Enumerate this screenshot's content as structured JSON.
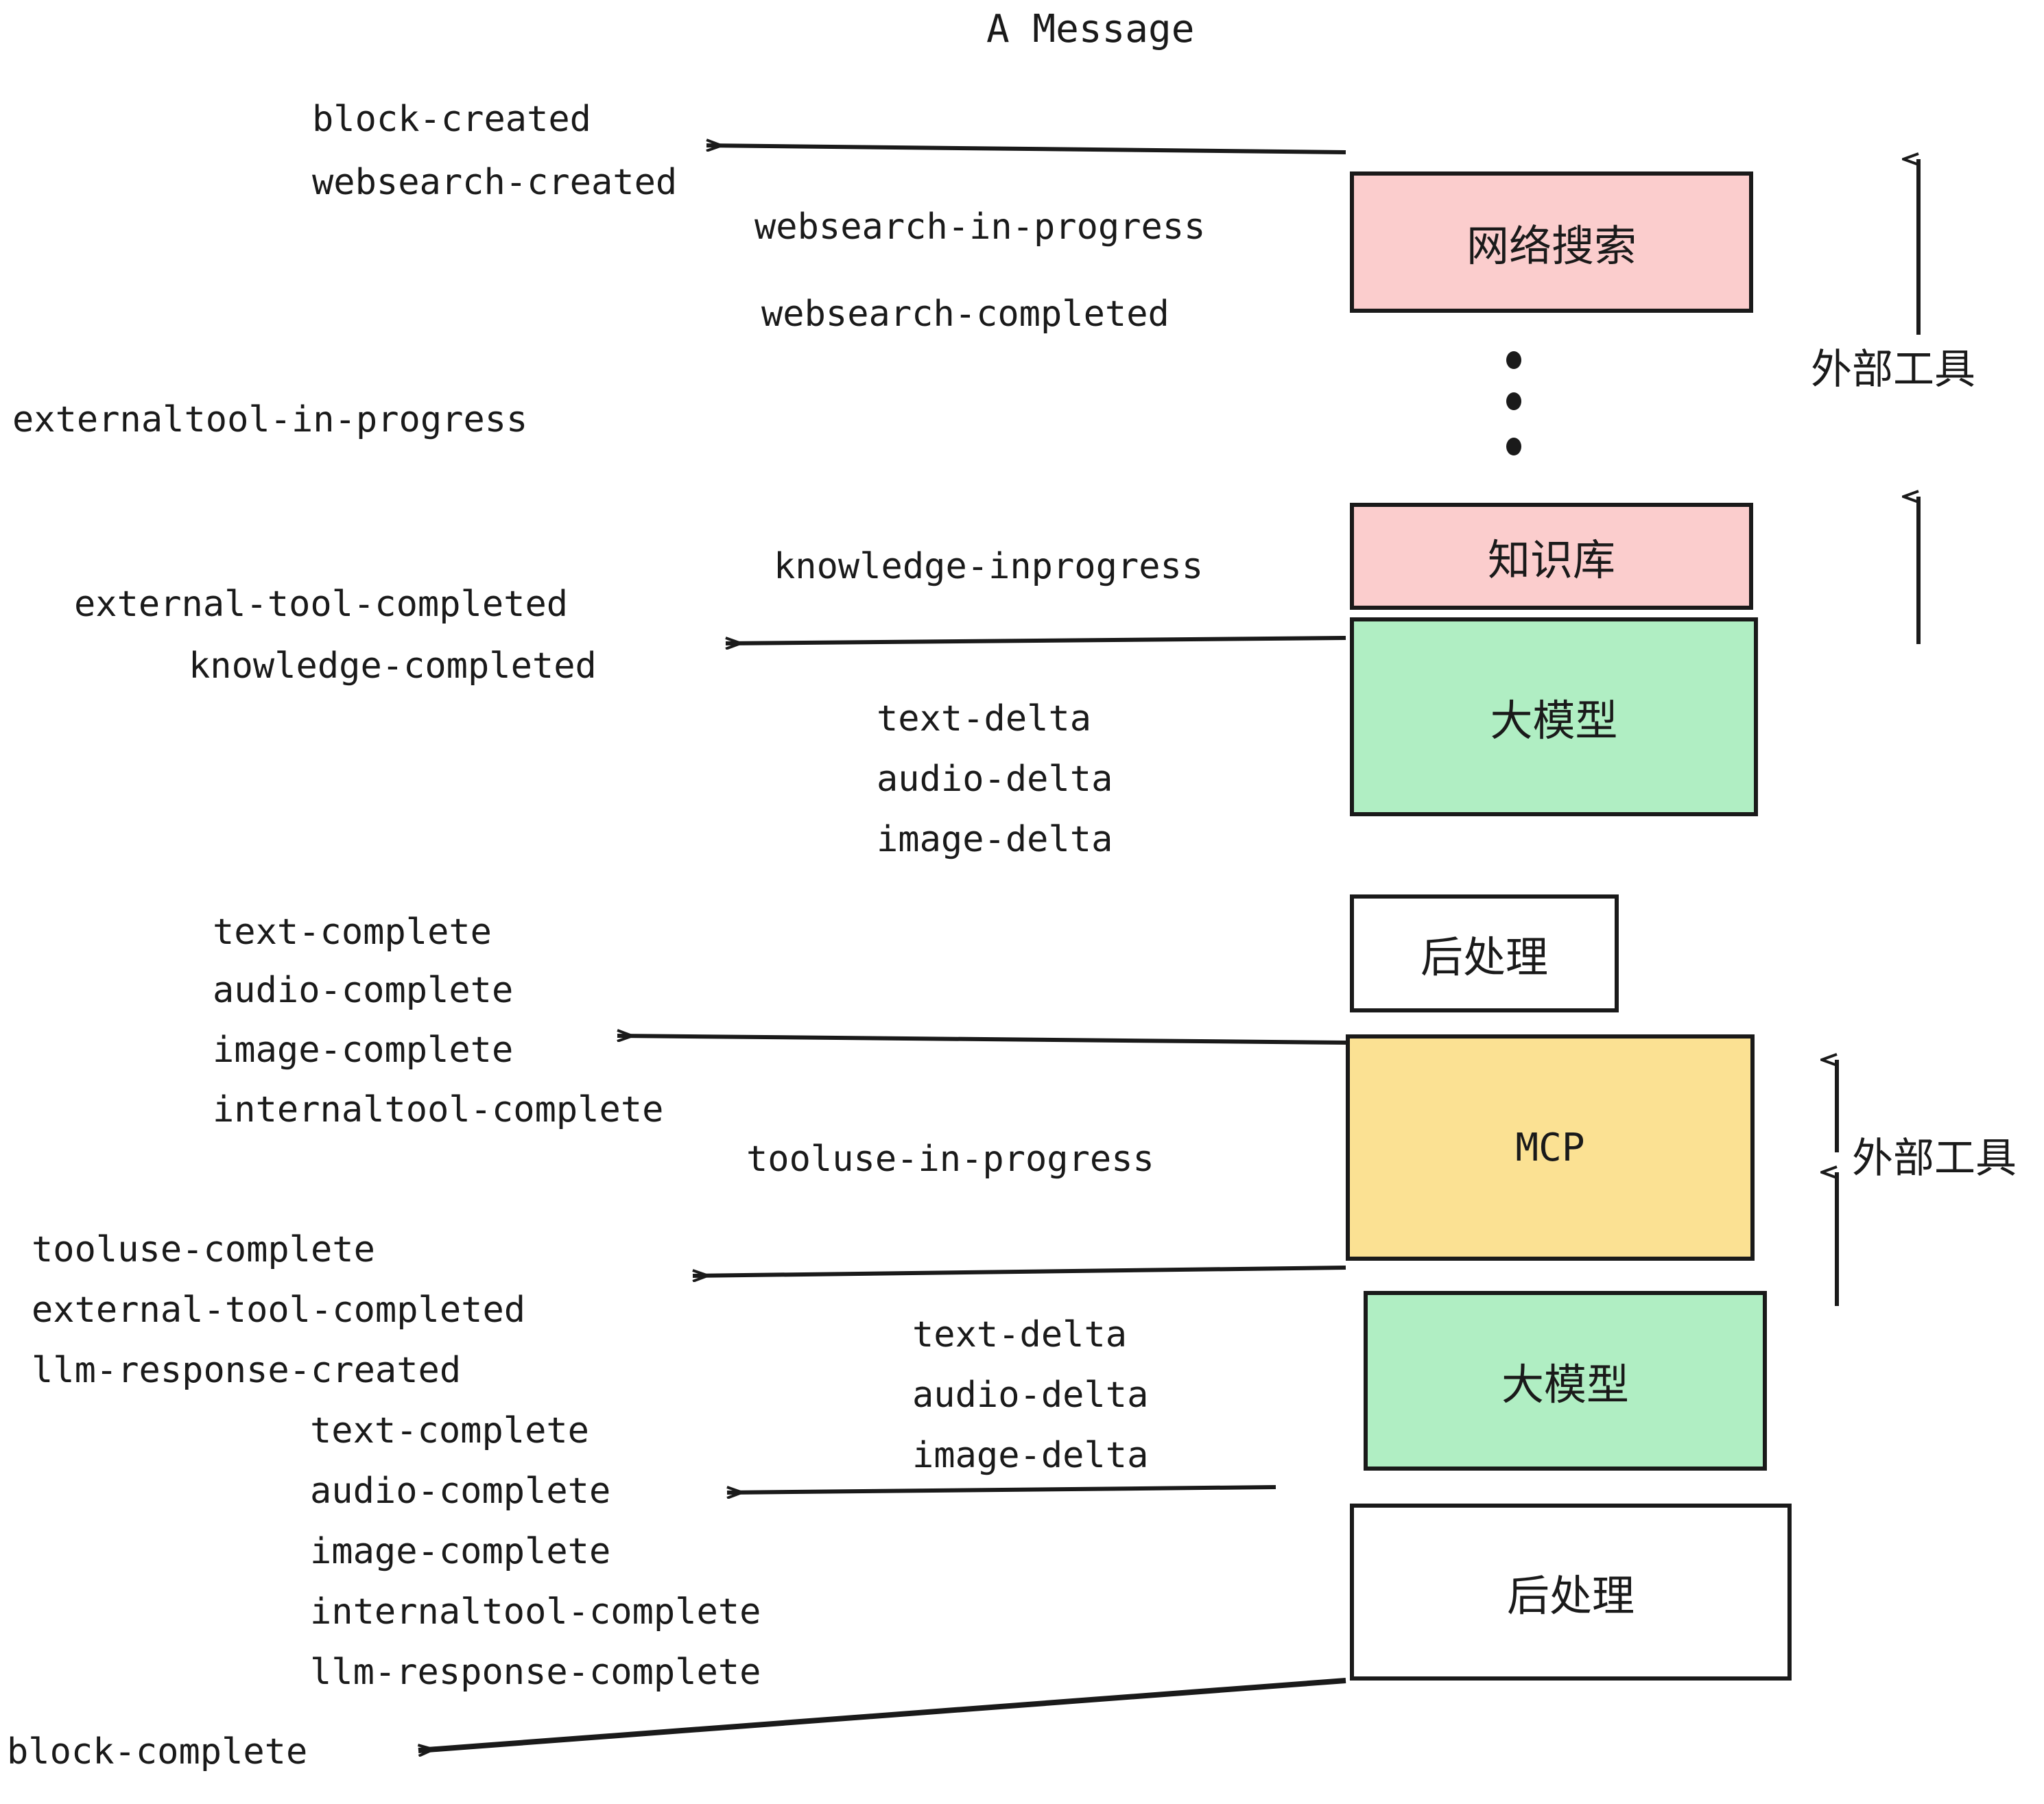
{
  "title": "A Message",
  "colors": {
    "pink": "#fbcdcd",
    "green": "#b0eec3",
    "yellow": "#fbe193",
    "white": "#ffffff",
    "stroke": "#1a1a1a",
    "text": "#1a1a1a"
  },
  "nodes": {
    "websearch": "网络搜索",
    "knowledge": "知识库",
    "llm_1": "大模型",
    "postprocess_1": "后处理",
    "mcp": "MCP",
    "llm_2": "大模型",
    "postprocess_2": "后处理"
  },
  "group_labels": {
    "external_tools_top": "外部工具",
    "external_tools_bottom": "外部工具"
  },
  "events": {
    "block_created": "block-created",
    "websearch_created": "websearch-created",
    "websearch_in_progress": "websearch-in-progress",
    "websearch_completed": "websearch-completed",
    "externaltool_in_progress": "externaltool-in-progress",
    "knowledge_inprogress": "knowledge-inprogress",
    "external_tool_completed_1": "external-tool-completed",
    "knowledge_completed": "knowledge-completed",
    "text_delta_1": "text-delta",
    "audio_delta_1": "audio-delta",
    "image_delta_1": "image-delta",
    "text_complete_1": "text-complete",
    "audio_complete_1": "audio-complete",
    "image_complete_1": "image-complete",
    "internaltool_complete_1": "internaltool-complete",
    "tooluse_in_progress": "tooluse-in-progress",
    "tooluse_complete": "tooluse-complete",
    "external_tool_completed_2": "external-tool-completed",
    "llm_response_created": "llm-response-created",
    "text_delta_2": "text-delta",
    "audio_delta_2": "audio-delta",
    "image_delta_2": "image-delta",
    "text_complete_2": "text-complete",
    "audio_complete_2": "audio-complete",
    "image_complete_2": "image-complete",
    "internaltool_complete_2": "internaltool-complete",
    "llm_response_complete": "llm-response-complete",
    "block_complete": "block-complete"
  }
}
